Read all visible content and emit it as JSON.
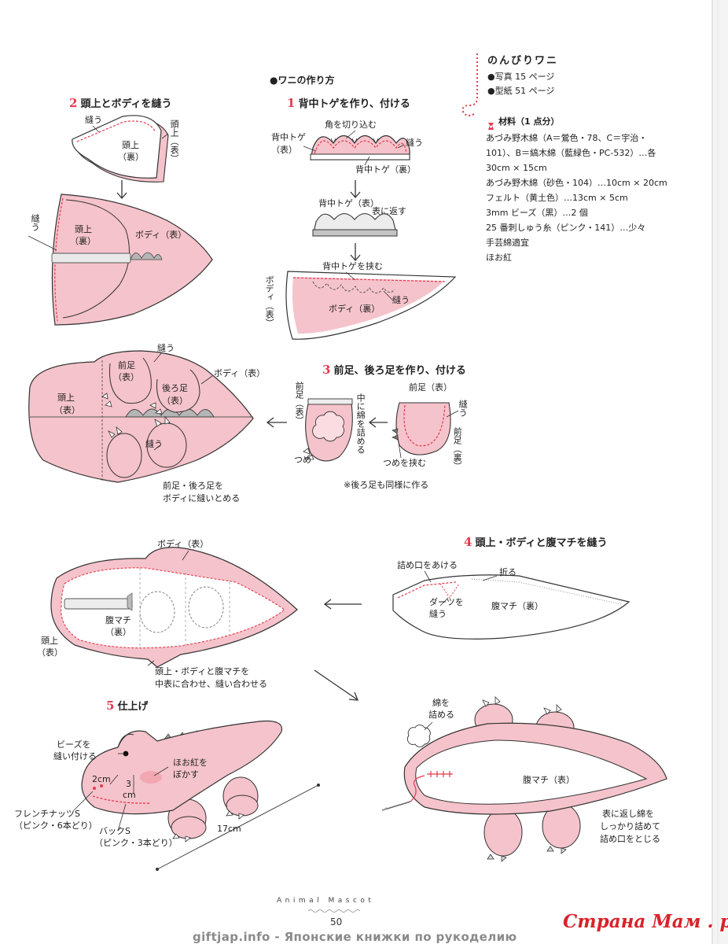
{
  "colors": {
    "accent": "#e8384f",
    "fabric_pink": "#f5c3cb",
    "outline": "#333333",
    "spine_gray": "#b5b5b5"
  },
  "header": {
    "title": "のんびりワニ",
    "photo": "●写真 15 ページ",
    "pattern": "●型紙 51 ページ",
    "materials_icon": "sewing-spool-icon",
    "materials_heading": "材料（1 点分）",
    "materials": [
      "あづみ野木綿（A＝鶯色・78、C＝宇治・",
      "101）、B＝縞木綿（藍緑色・PC-532）…各",
      "30cm × 15cm",
      "あづみ野木綿（砂色・104）…10cm × 20cm",
      "フェルト（黄土色）…13cm × 5cm",
      "3mm ビーズ（黒）…2 個",
      "25 番刺しゅう糸（ピンク・141）…少々",
      "手芸綿適宜",
      "ほお紅"
    ]
  },
  "howto_title": "●ワニの作り方",
  "step1": {
    "num": "1",
    "title": "背中トゲを作り、付ける",
    "cut": "角を切り込む",
    "spine_label": [
      "背中トゲ",
      "（表）"
    ],
    "sew": "縫う",
    "spine_back": "背中トゲ（裏）",
    "spine_front": "背中トゲ（表）",
    "turn": "表に返す",
    "insert": "背中トゲを挟む",
    "body_front": "ボディ（表）",
    "body_back": "ボディ（裏）",
    "sew2": "縫う"
  },
  "step2": {
    "num": "2",
    "title": "頭上とボディを縫う",
    "sew": "縫う",
    "head_front": "頭上（表）",
    "head_back": [
      "頭上",
      "（裏）"
    ],
    "sew_side": "縫う",
    "head_back2": [
      "頭上",
      "（裏）"
    ],
    "body_front": "ボディ（表）"
  },
  "step3": {
    "num": "3",
    "title": "前足、後ろ足を作り、付ける",
    "sew": "縫う",
    "front_leg": [
      "前足",
      "（表）"
    ],
    "hind_leg": [
      "後ろ足",
      "（表）"
    ],
    "body_front": "ボディ（表）",
    "head_front": [
      "頭上",
      "（表）"
    ],
    "sew2": "縫う",
    "attach": [
      "前足・後ろ足を",
      "ボディに縫いとめる"
    ],
    "leg_front_v": "前足（表）",
    "stuff_v": "中に綿を詰める",
    "claw": "つめ",
    "leg_front2": "前足（表）",
    "sew_v": "縫う",
    "leg_back_v": "前足（裏）",
    "claw_insert": "つめを挟む",
    "note": "※後ろ足も同様に作る"
  },
  "step4": {
    "num": "4",
    "title": "頭上・ボディと腹マチを縫う",
    "opening": "詰め口をあける",
    "fold": "折る",
    "dart": [
      "ダーツを",
      "縫う"
    ],
    "belly_back": "腹マチ（裏）",
    "body_front": "ボディ（表）",
    "belly_back2": [
      "腹マチ",
      "（裏）"
    ],
    "head_front": [
      "頭上",
      "（表）"
    ],
    "join": [
      "頭上・ボディと腹マチを",
      "中表に合わせ、縫い合わせる"
    ]
  },
  "step5": {
    "num": "5",
    "title": "仕上げ",
    "beads": [
      "ビーズを",
      "縫い付ける"
    ],
    "blush": [
      "ほお紅を",
      "ぼかす"
    ],
    "dim_2cm": "2cm",
    "dim_3cm": [
      "3",
      "cm"
    ],
    "french_knot": [
      "フレンチナッツS",
      "（ピンク・6本どり）"
    ],
    "back_stitch": [
      "バックS",
      "（ピンク・3本どり）"
    ],
    "dim_17cm": "17cm",
    "stuff": [
      "綿を",
      "詰める"
    ],
    "belly_front": "腹マチ（表）",
    "close": [
      "表に返し綿を",
      "しっかり詰めて",
      "詰め口をとじる"
    ]
  },
  "footer": {
    "series": "Animal Mascot",
    "page": "50",
    "site": "giftjap.info - Японские книжки по рукоделию",
    "logo": "Страна Мам . ру"
  }
}
